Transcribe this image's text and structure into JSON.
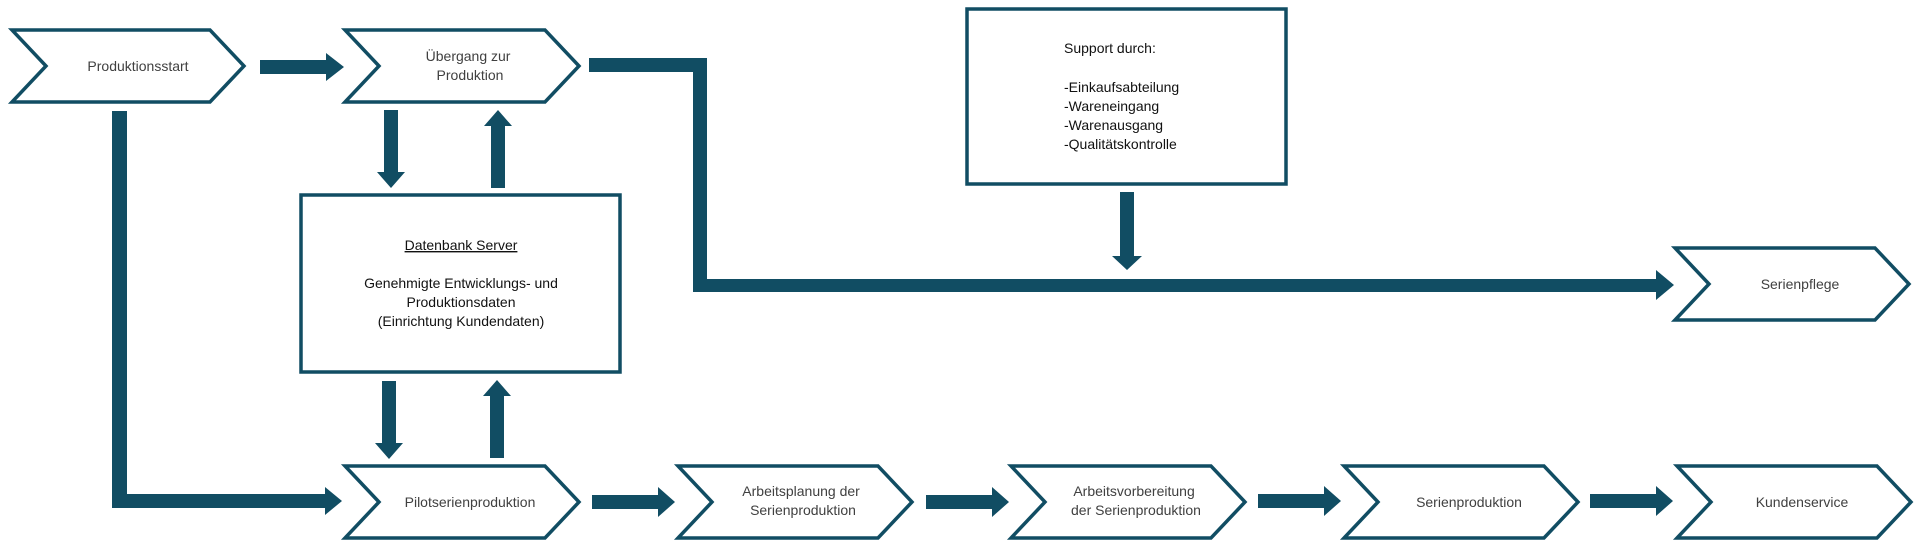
{
  "diagram": {
    "stages": {
      "produktionsstart": [
        "Produktionsstart"
      ],
      "uebergang": [
        "Übergang zur",
        "Produktion"
      ],
      "serienpflege": [
        "Serienpflege"
      ],
      "pilotserie": [
        "Pilotserienproduktion"
      ],
      "arbeitsplanung": [
        "Arbeitsplanung der",
        "Serienproduktion"
      ],
      "arbeitsvorbereitung": [
        "Arbeitsvorbereitung",
        "der Serienproduktion"
      ],
      "serienproduktion": [
        "Serienproduktion"
      ],
      "kundenservice": [
        "Kundenservice"
      ]
    },
    "datenbank": {
      "title": "Datenbank Server",
      "line1": "Genehmigte Entwicklungs- und",
      "line2": "Produktionsdaten",
      "line3": "(Einrichtung Kundendaten)"
    },
    "support": {
      "title": "Support durch:",
      "items": [
        "-Einkaufsabteilung",
        "-Wareneingang",
        "-Warenausgang",
        "-Qualitätskontrolle"
      ]
    },
    "colors": {
      "accent": "#114d63",
      "label_text": "#404040",
      "box_text": "#111111"
    }
  }
}
